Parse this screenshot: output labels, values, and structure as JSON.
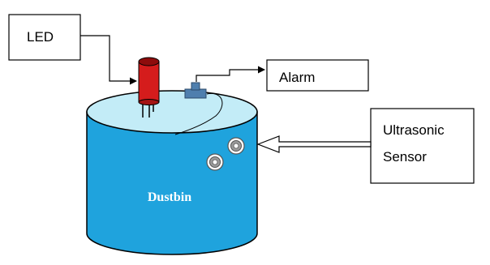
{
  "labels": {
    "led": "LED",
    "alarm": "Alarm",
    "sensor_line1": "Ultrasonic",
    "sensor_line2": "Sensor",
    "dustbin": "Dustbin"
  },
  "colors": {
    "bin_body": "#1fa3dd",
    "bin_top": "#c3ecf7",
    "bin_outline": "#000000",
    "led_red": "#d51c1c",
    "led_dark": "#8e0c0c",
    "buzzer": "#4f7fae",
    "sensor_eye": "#9a9a9a"
  },
  "icons": [
    "led-icon",
    "buzzer-icon",
    "ultrasonic-sensor-icon"
  ]
}
